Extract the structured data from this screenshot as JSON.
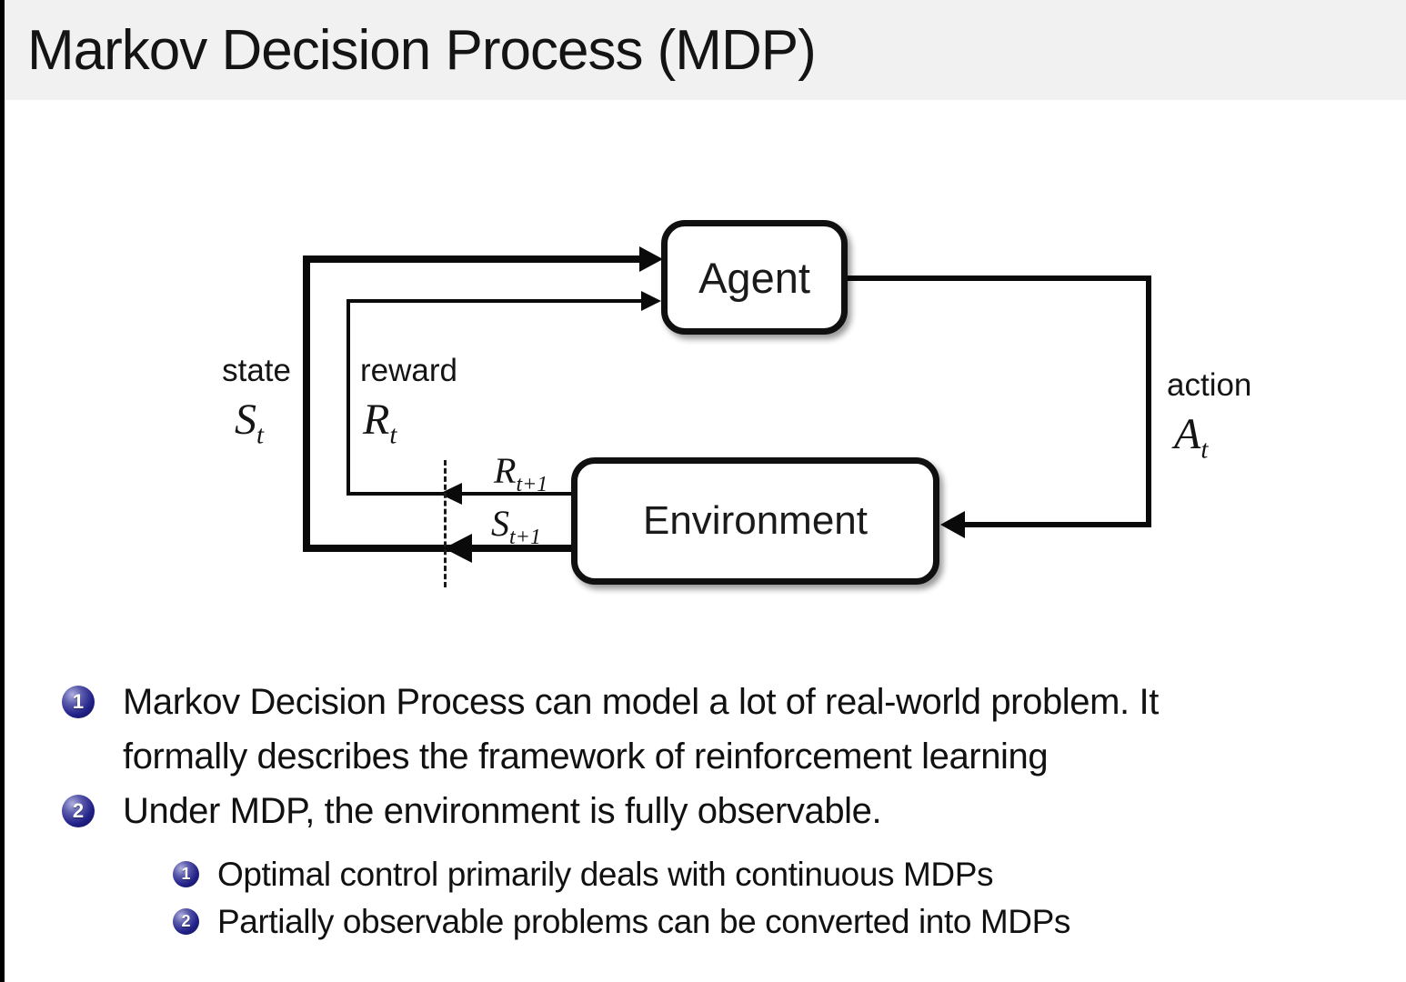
{
  "title": "Markov Decision Process (MDP)",
  "diagram": {
    "agent_label": "Agent",
    "environment_label": "Environment",
    "state_word": "state",
    "state_sym": "S",
    "state_sub": "t",
    "reward_word": "reward",
    "reward_sym": "R",
    "reward_sub": "t",
    "action_word": "action",
    "action_sym": "A",
    "action_sub": "t",
    "next_reward_sym": "R",
    "next_reward_sub": "t+1",
    "next_state_sym": "S",
    "next_state_sub": "t+1"
  },
  "bullets": [
    {
      "num": "1",
      "lines": [
        "Markov Decision Process can model a lot of real-world problem. It",
        "formally describes the framework of reinforcement learning"
      ]
    },
    {
      "num": "2",
      "lines": [
        "Under MDP, the environment is fully observable."
      ],
      "sub": [
        {
          "num": "1",
          "text": "Optimal control primarily deals with continuous MDPs"
        },
        {
          "num": "2",
          "text": "Partially observable problems can be converted into MDPs"
        }
      ]
    }
  ],
  "colors": {
    "slide_bg": "#ffffff",
    "title_bar_bg": "#f0f1f0",
    "title_text": "#141414",
    "edge_bar": "#000000",
    "diagram_line": "#0a0a0a",
    "node_border": "#101010",
    "node_fill": "#ffffff",
    "bullet_ball": "#22228a",
    "bullet_ball_highlight": "#b0b0e0",
    "bullet_number": "#ffffff",
    "body_text": "#111111"
  }
}
